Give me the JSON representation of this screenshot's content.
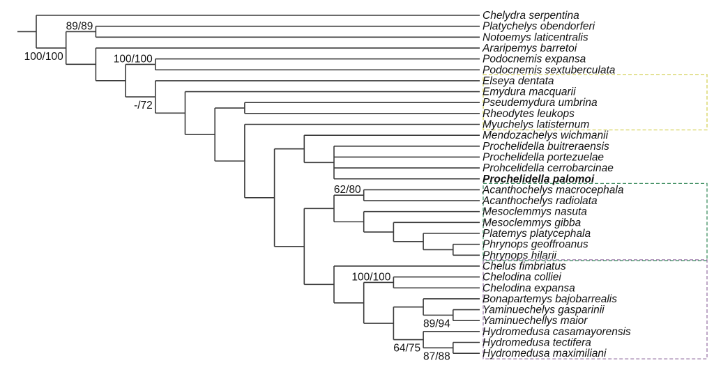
{
  "tree": {
    "children": [
      {
        "name": "Chelydra serpentina"
      },
      {
        "support": "100/100",
        "support_pos": "below",
        "children": [
          {
            "support": "89/89",
            "support_pos": "above",
            "children": [
              {
                "name": "Platychelys obendorferi"
              },
              {
                "name": "Notoemys laticentralis"
              }
            ]
          },
          {
            "children": [
              {
                "name": "Araripemys barretoi"
              },
              {
                "children": [
                  {
                    "support": "100/100",
                    "support_pos": "above",
                    "children": [
                      {
                        "name": "Podocnemis expansa"
                      },
                      {
                        "name": "Podocnemis sextuberculata"
                      }
                    ]
                  },
                  {
                    "support": "-/72",
                    "support_pos": "below",
                    "children": [
                      {
                        "name": "Elseya dentata"
                      },
                      {
                        "children": [
                          {
                            "name": "Emydura macquarii"
                          },
                          {
                            "children": [
                              {
                                "children": [
                                  {
                                    "name": "Pseudemydura umbrina"
                                  },
                                  {
                                    "name": "Rheodytes leukops"
                                  }
                                ]
                              },
                              {
                                "children": [
                                  {
                                    "name": "Myuchelys latisternum"
                                  },
                                  {
                                    "children": [
                                      {
                                        "children": [
                                          {
                                            "name": "Mendozachelys wichmanii"
                                          },
                                          {
                                            "children": [
                                              {
                                                "name": "Prochelidella buitreraensis"
                                              },
                                              {
                                                "name": "Prochelidella portezuelae"
                                              },
                                              {
                                                "name": "Prohcelidella cerrobarcinae"
                                              },
                                              {
                                                "name": "Prochelidella palomoi",
                                                "bold": true
                                              }
                                            ]
                                          }
                                        ]
                                      },
                                      {
                                        "children": [
                                          {
                                            "children": [
                                              {
                                                "support": "62/80",
                                                "support_pos": "above",
                                                "children": [
                                                  {
                                                    "name": "Acanthochelys macrocephala"
                                                  },
                                                  {
                                                    "name": "Acanthochelys radiolata"
                                                  }
                                                ]
                                              },
                                              {
                                                "children": [
                                                  {
                                                    "name": "Mesoclemmys nasuta"
                                                  },
                                                  {
                                                    "children": [
                                                      {
                                                        "name": "Mesoclemmys gibba"
                                                      },
                                                      {
                                                        "children": [
                                                          {
                                                            "name": "Platemys platycephala"
                                                          },
                                                          {
                                                            "children": [
                                                              {
                                                                "name": "Phrynops geoffroanus"
                                                              },
                                                              {
                                                                "name": "Phrynops hilarii"
                                                              }
                                                            ]
                                                          }
                                                        ]
                                                      }
                                                    ]
                                                  }
                                                ]
                                              }
                                            ]
                                          },
                                          {
                                            "children": [
                                              {
                                                "name": "Chelus fimbriatus"
                                              },
                                              {
                                                "children": [
                                                  {
                                                    "support": "100/100",
                                                    "support_pos": "above",
                                                    "children": [
                                                      {
                                                        "name": "Chelodina colliei"
                                                      },
                                                      {
                                                        "name": "Chelodina expansa"
                                                      }
                                                    ]
                                                  },
                                                  {
                                                    "children": [
                                                      {
                                                        "children": [
                                                          {
                                                            "name": "Bonapartemys bajobarrealis"
                                                          },
                                                          {
                                                            "support": "89/94",
                                                            "support_pos": "below",
                                                            "children": [
                                                              {
                                                                "name": "Yaminuechelys gasparinii"
                                                              },
                                                              {
                                                                "name": "Yaminuechellys maior"
                                                              }
                                                            ]
                                                          }
                                                        ]
                                                      },
                                                      {
                                                        "support": "64/75",
                                                        "support_pos": "below",
                                                        "children": [
                                                          {
                                                            "name": "Hydromedusa casamayorensis"
                                                          },
                                                          {
                                                            "support": "87/88",
                                                            "support_pos": "below",
                                                            "children": [
                                                              {
                                                                "name": "Hydromedusa tectifera"
                                                              },
                                                              {
                                                                "name": "Hydromedusa maximiliani"
                                                              }
                                                            ]
                                                          }
                                                        ]
                                                      }
                                                    ]
                                                  }
                                                ]
                                              }
                                            ]
                                          }
                                        ]
                                      }
                                    ]
                                  }
                                ]
                              }
                            ]
                          }
                        ]
                      }
                    ]
                  }
                ]
              }
            ]
          }
        ]
      }
    ]
  },
  "clade_boxes": [
    {
      "name": "yellow-clade-box",
      "color": "#d6d25a",
      "first_tip": 6,
      "last_tip": 10
    },
    {
      "name": "green-clade-box",
      "color": "#3f8f62",
      "first_tip": 16,
      "last_tip": 22
    },
    {
      "name": "purple-clade-box",
      "color": "#9b7aa9",
      "first_tip": 23,
      "last_tip": 31
    }
  ]
}
